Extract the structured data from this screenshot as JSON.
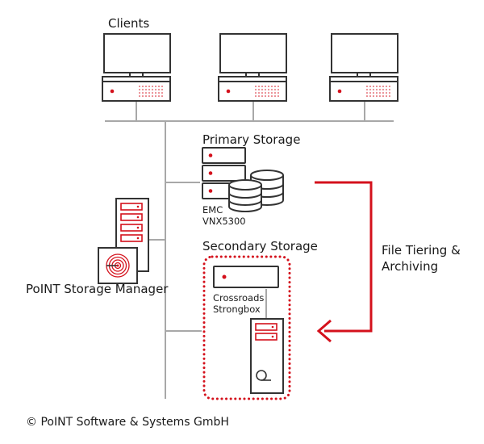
{
  "labels": {
    "clients": "Clients",
    "primary_storage": "Primary Storage",
    "emc_line1": "EMC",
    "emc_line2": "VNX5300",
    "secondary_storage": "Secondary Storage",
    "crossroads_line1": "Crossroads",
    "crossroads_line2": "Strongbox",
    "file_tiering_line1": "File Tiering &",
    "file_tiering_line2": "Archiving",
    "storage_manager": "PoINT Storage Manager",
    "copyright": "© PoINT Software & Systems GmbH"
  },
  "colors": {
    "accent": "#d4111c",
    "line": "#a8a8a8",
    "outline": "#333333"
  }
}
